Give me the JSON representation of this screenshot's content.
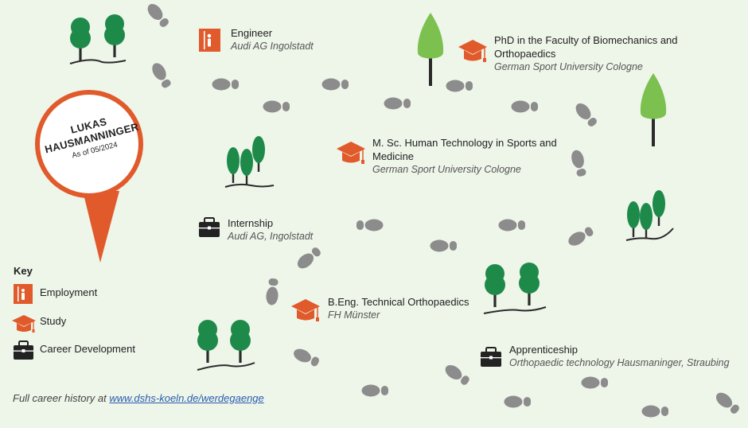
{
  "profile": {
    "name": "LUKAS HAUSMANNINGER",
    "as_of": "As of 05/2024"
  },
  "entries": [
    {
      "title": "Engineer",
      "subtitle": "Audi AG Ingolstadt",
      "icon": "employment-icon"
    },
    {
      "title": "PhD in the Faculty of Biomechanics and Orthopaedics",
      "subtitle": "German Sport University Cologne",
      "icon": "study-icon"
    },
    {
      "title": "M. Sc. Human Technology in Sports and Medicine",
      "subtitle": "German Sport University Cologne",
      "icon": "study-icon"
    },
    {
      "title": "Internship",
      "subtitle": "Audi AG, Ingolstadt",
      "icon": "career-development-icon"
    },
    {
      "title": "B.Eng. Technical Orthopaedics",
      "subtitle": "FH Münster",
      "icon": "study-icon"
    },
    {
      "title": "Apprenticeship",
      "subtitle": "Orthopaedic technology Hausmaninger, Straubing",
      "icon": "career-development-icon"
    }
  ],
  "key": {
    "title": "Key",
    "items": [
      {
        "label": "Employment",
        "icon": "employment-icon"
      },
      {
        "label": "Study",
        "icon": "study-icon"
      },
      {
        "label": "Career Development",
        "icon": "career-development-icon"
      }
    ]
  },
  "footer": {
    "prefix": "Full career history at ",
    "link_text": "www.dshs-koeln.de/werdegaenge"
  },
  "colors": {
    "background": "#eef5e9",
    "accent": "#e05a2b",
    "tree_dark": "#1e8a4a",
    "tree_light": "#7cc04f",
    "footprint": "#8c8c8c",
    "icon_dark": "#222222"
  }
}
